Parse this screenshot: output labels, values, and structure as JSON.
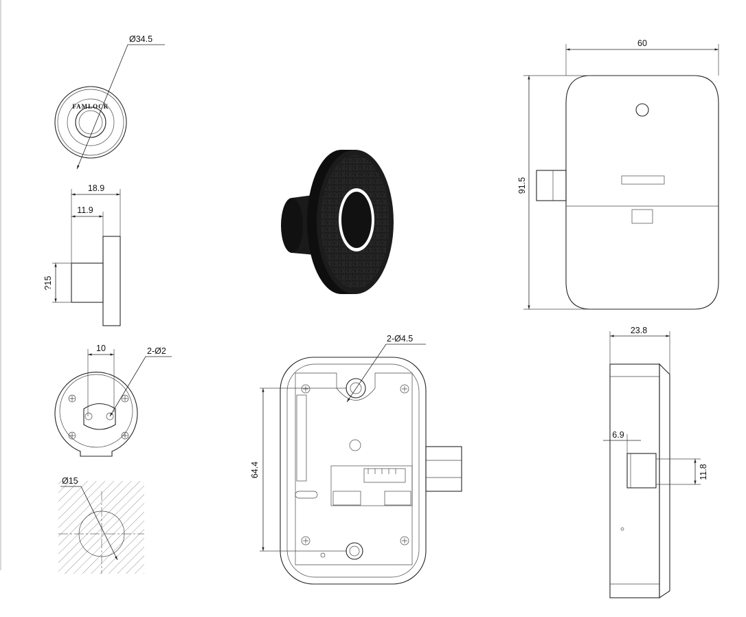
{
  "drawing": {
    "front_view": {
      "diameter_label": "Ø34.5",
      "logo_text": "FAMLOCK"
    },
    "side_view": {
      "overall_length_label": "18.9",
      "boss_length_label": "11.9",
      "boss_diameter_label": "?15"
    },
    "back_view": {
      "hole_spacing_label": "10",
      "holes_label": "2-Ø2"
    },
    "section_view": {
      "cutout_diameter_label": "Ø15"
    },
    "lock_back_plate": {
      "holes_label": "2-Ø4.5",
      "hole_spacing_label": "64.4"
    },
    "lock_front_view": {
      "width_label": "60",
      "height_label": "91.5"
    },
    "lock_side_view": {
      "depth_label": "23.8",
      "bolt_offset_label": "6.9",
      "bolt_height_label": "11.8"
    }
  }
}
